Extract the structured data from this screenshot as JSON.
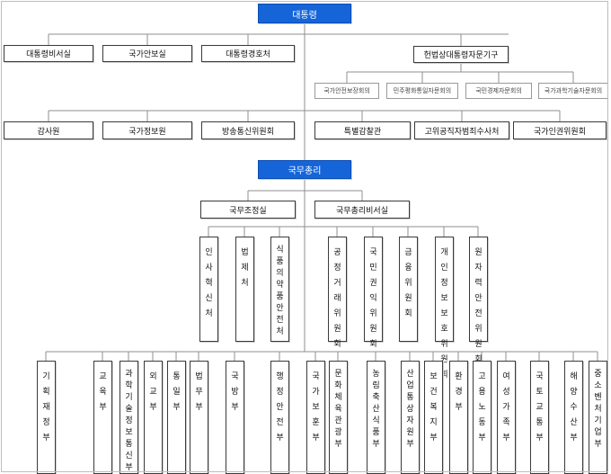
{
  "top": {
    "president": "대통령",
    "secretariat": "대통령비서실",
    "national_security": "국가안보실",
    "security_service": "대통령경호처",
    "advisory_title": "헌법상대통령자문기구",
    "advisory": [
      "국가안전보장회의",
      "민주평화통일자문회의",
      "국민경제자문회의",
      "국가과학기술자문회의"
    ],
    "audit": "감사원",
    "intelligence": "국가정보원",
    "broadcasting": "방송통신위원회",
    "special_inspector": "특별감찰관",
    "cio": "고위공직자범죄수사처",
    "human_rights": "국가인권위원회"
  },
  "pm": {
    "title": "국무총리",
    "coordination": "국무조정실",
    "secretariat": "국무총리비서실"
  },
  "pm_agencies": [
    "인사혁신처",
    "법제처",
    "식품의약품안전처",
    "공정거래위원회",
    "국민권익위원회",
    "금융위원회",
    "개인정보보호위원회",
    "원자력안전위원회"
  ],
  "ministries": [
    "기획재정부",
    "교육부",
    "과학기술정보통신부",
    "외교부",
    "통일부",
    "법무부",
    "국방부",
    "행정안전부",
    "국가보훈부",
    "문화체육관광부",
    "농림축산식품부",
    "산업통상자원부",
    "보건복지부",
    "환경부",
    "고용노동부",
    "여성가족부",
    "국토교통부",
    "해양수산부",
    "중소벤처기업부"
  ],
  "colors": {
    "accent": "#1565d8",
    "line": "#8f8f8f"
  }
}
